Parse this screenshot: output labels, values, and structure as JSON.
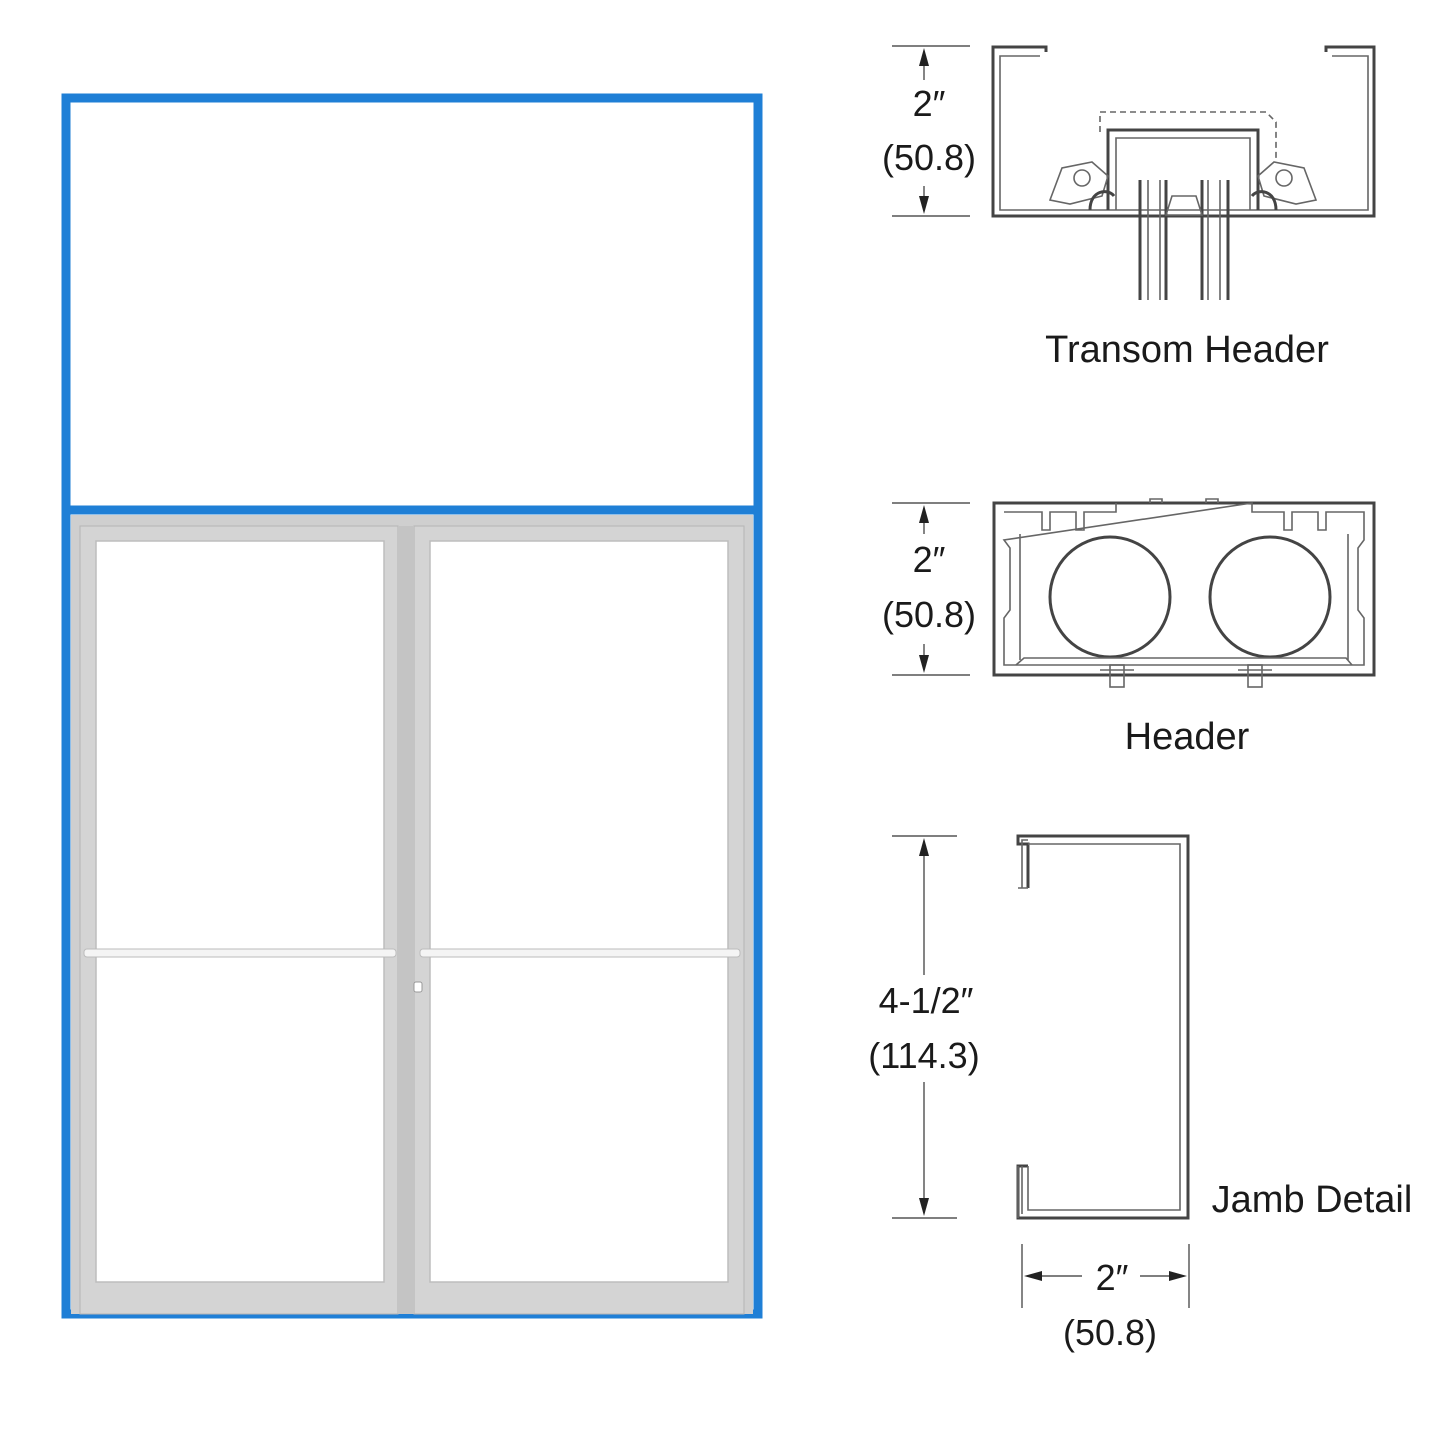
{
  "colors": {
    "frame_blue": "#1f7fd6",
    "door_frame_gray": "#c9c9c9",
    "glass": "#ffffff",
    "profile_stroke": "#444444"
  },
  "elevation": {
    "panels": [
      "transom",
      "left-door",
      "right-door"
    ]
  },
  "details": {
    "transom_header": {
      "caption": "Transom Header",
      "dim_imperial": "2″",
      "dim_metric": "(50.8)"
    },
    "header": {
      "caption": "Header",
      "dim_imperial": "2″",
      "dim_metric": "(50.8)"
    },
    "jamb": {
      "caption": "Jamb Detail",
      "depth_imperial": "4-1/2″",
      "depth_metric": "(114.3)",
      "width_imperial": "2″",
      "width_metric": "(50.8)"
    }
  }
}
